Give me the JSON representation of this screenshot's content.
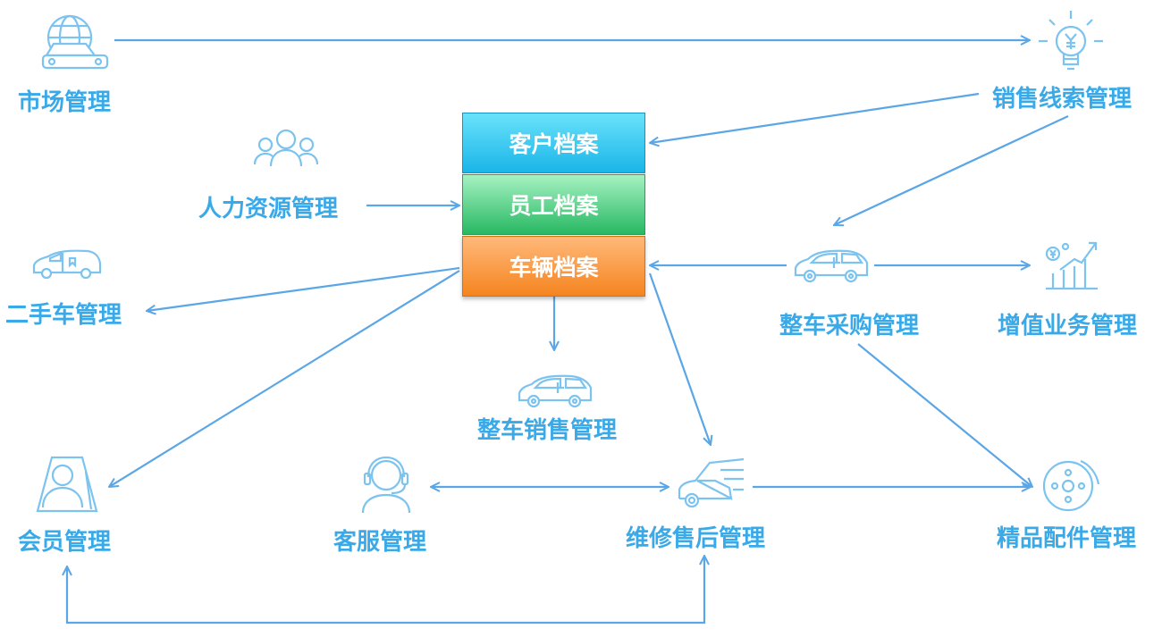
{
  "archives": {
    "customer": "客户档案",
    "employee": "员工档案",
    "vehicle": "车辆档案"
  },
  "modules": {
    "market": "市场管理",
    "sales_leads": "销售线索管理",
    "hr": "人力资源管理",
    "used_car": "二手车管理",
    "purchase": "整车采购管理",
    "value_added": "增值业务管理",
    "vehicle_sales": "整车销售管理",
    "member": "会员管理",
    "customer_service": "客服管理",
    "after_sales": "维修售后管理",
    "parts": "精品配件管理"
  },
  "icons": {
    "market": "globe-car-icon",
    "sales_leads": "lightbulb-yen-icon",
    "hr": "people-group-icon",
    "used_car": "van-icon",
    "purchase": "car-icon",
    "value_added": "growth-chart-icon",
    "vehicle_sales": "car-icon",
    "member": "driver-icon",
    "customer_service": "headset-agent-icon",
    "after_sales": "car-repair-icon",
    "parts": "wheel-icon"
  },
  "colors": {
    "label": "#3aa9e8",
    "icon": "#7cc3ef",
    "arrow": "#5aa6e6",
    "customer_archive": "#22bde9",
    "employee_archive": "#33c06b",
    "vehicle_archive": "#f78a2a"
  }
}
